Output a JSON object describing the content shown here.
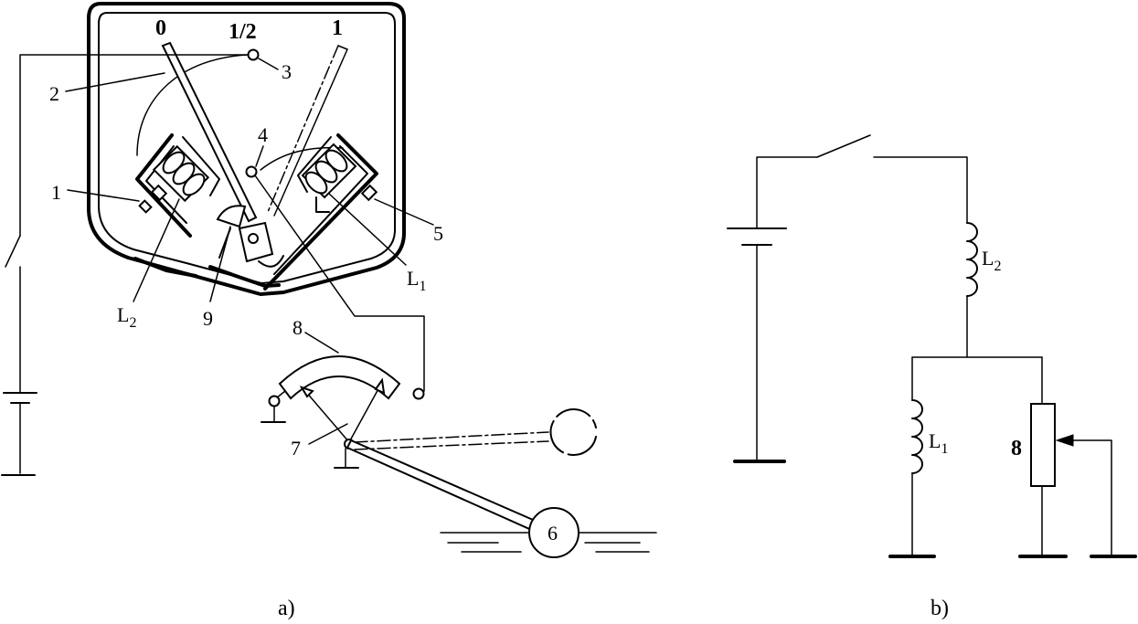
{
  "figure_a": {
    "scale": {
      "mark_0": "0",
      "mark_half": "1/2",
      "mark_1": "1"
    },
    "labels": {
      "n1": "1",
      "n2": "2",
      "n3": "3",
      "n4": "4",
      "n5": "5",
      "n6": "6",
      "n7": "7",
      "n8": "8",
      "n9": "9",
      "L1_main": "L",
      "L1_sub": "1",
      "L2_main": "L",
      "L2_sub": "2"
    },
    "caption": "a)"
  },
  "figure_b": {
    "labels": {
      "L2_main": "L",
      "L2_sub": "2",
      "L1_main": "L",
      "L1_sub": "1",
      "n8": "8"
    },
    "caption": "b)"
  }
}
